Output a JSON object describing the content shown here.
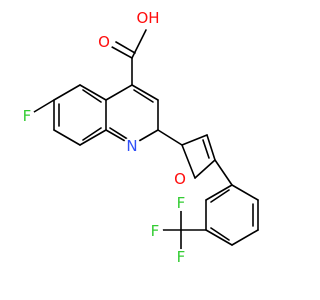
{
  "molecule": {
    "atoms": {
      "fluoro_left": {
        "symbol": "F",
        "color": "#33cc33"
      },
      "acid_oh": {
        "symbol": "OH",
        "color": "#ff0d0d"
      },
      "acid_o": {
        "symbol": "O",
        "color": "#ff0d0d"
      },
      "ring_n": {
        "symbol": "N",
        "color": "#3050f8"
      },
      "furan_o": {
        "symbol": "O",
        "color": "#ff0d0d"
      },
      "cf3_f1": {
        "symbol": "F",
        "color": "#33cc33"
      },
      "cf3_f2": {
        "symbol": "F",
        "color": "#33cc33"
      },
      "cf3_f3": {
        "symbol": "F",
        "color": "#33cc33"
      }
    }
  }
}
